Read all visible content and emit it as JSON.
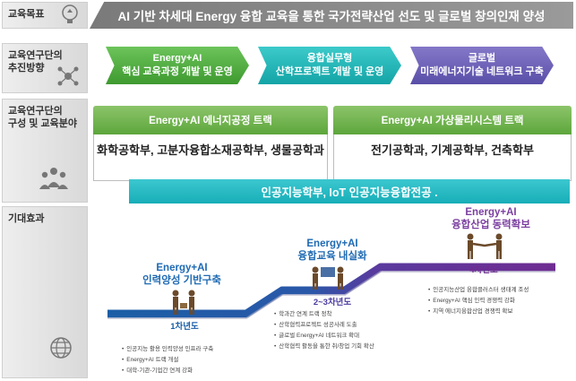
{
  "labels": {
    "goal": "교육목표",
    "direction": "교육연구단의\n추진방향",
    "composition": "교육연구단의\n구성 및 교육분야",
    "effect": "기대효과"
  },
  "goal_text": "AI 기반 차세대 Energy 융합 교육을 통한 국가전략산업 선도 및 글로벌 창의인재 양성",
  "directions": [
    {
      "line1": "Energy+AI",
      "line2": "핵심 교육과정 개발 및 운영"
    },
    {
      "line1": "융합실무형",
      "line2": "산학프로젝트 개발 및 운영"
    },
    {
      "line1": "글로벌",
      "line2": "미래에너지기술 네트워크 구축"
    }
  ],
  "tracks": [
    {
      "title": "Energy+AI 에너지공정 트랙",
      "departments": "화학공학부, 고분자융합소재공학부, 생물공학과"
    },
    {
      "title": "Energy+AI 가상물리시스템 트랙",
      "departments": "전기공학과, 기계공학부, 건축학부"
    }
  ],
  "ai_bar": "인공지능학부, IoT 인공지능융합전공  .",
  "stages": [
    {
      "title1": "Energy+AI",
      "title2": "인력양성 기반구축",
      "year": "1차년도",
      "bullets": [
        "인공지능 활용 인력양성 인프라 구축",
        "Energy+AI 트랙 개설",
        "대학-기관-기업간 연계 강화"
      ]
    },
    {
      "title1": "Energy+AI",
      "title2": "융합교육 내실화",
      "year": "2~3차년도",
      "bullets": [
        "학과간 연계 트랙 정착",
        "산학협력프로젝트 성공사례 도출",
        "글로벌 Energy+AI 네트워크 확대",
        "산학협력 활동을 통한 취/창업 기회 확산"
      ]
    },
    {
      "title1": "Energy+AI",
      "title2": "융합산업 동력확보",
      "year": "4차년도",
      "bullets": [
        "인공지능산업 융합클러스터 생태계 조성",
        "Energy+AI 핵심 인력 경쟁력 강화",
        "지역 에너지융합산업 경쟁력 확보"
      ]
    }
  ],
  "colors": {
    "dir1": "#4fae3f",
    "dir2": "#1fb3b1",
    "dir3": "#6a5fb5",
    "path_blue": "#1b5ea6",
    "path_purple": "#6f2c91"
  }
}
